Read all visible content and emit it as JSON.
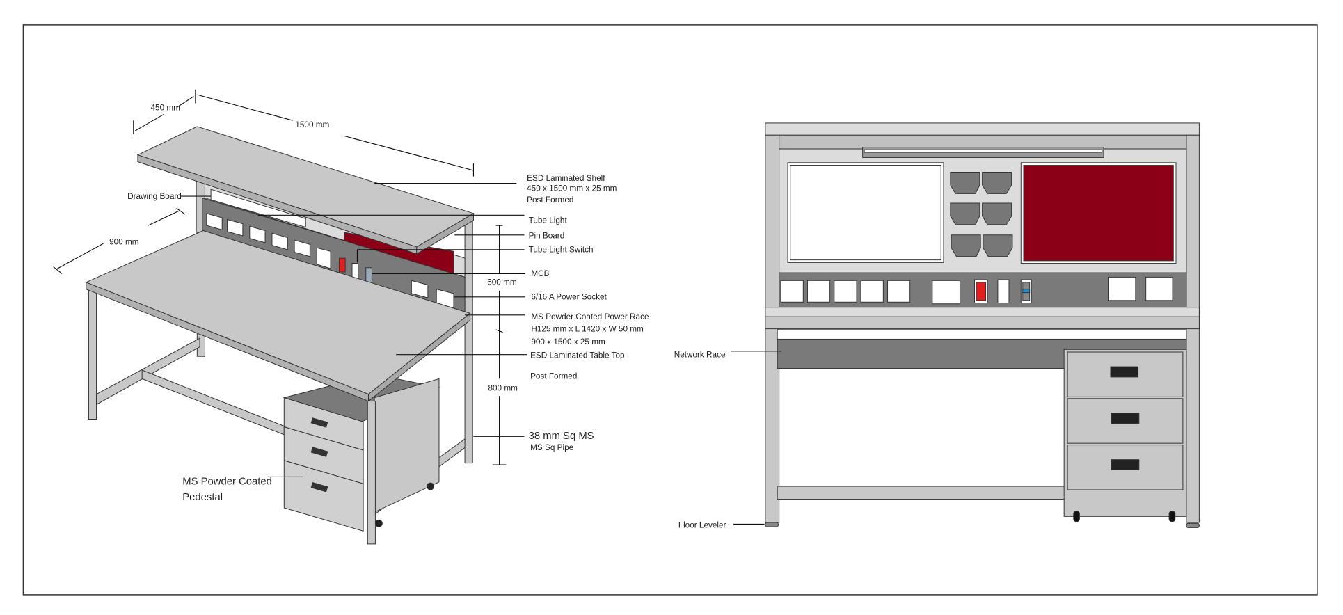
{
  "colors": {
    "pin_board": "#8b0016",
    "metal": "#c8c8c8",
    "panel": "#dcdcdc",
    "race": "#7a7a7a",
    "switch_red": "#e02020",
    "mcb_blue": "#1e90d0"
  },
  "iso_view": {
    "dimensions": {
      "shelf_depth": "450 mm",
      "length": "1500 mm",
      "table_depth": "900 mm",
      "upper_height": "600 mm",
      "table_height": "800 mm"
    },
    "labels": {
      "drawing_board": "Drawing Board",
      "shelf": "ESD Laminated Shelf",
      "shelf_size": "450 x 1500 mm x 25 mm",
      "shelf_post": "Post Formed",
      "tube_light": "Tube Light",
      "pin_board": "Pin Board",
      "tube_switch": "Tube Light Switch",
      "mcb": "MCB",
      "power_socket": "6/16 A  Power Socket",
      "power_race": "MS Powder Coated Power Race",
      "power_race_size": "H125 mm x L 1420 x W 50 mm",
      "table_size": "900 x 1500 x 25 mm",
      "table_top": "ESD Laminated Table Top",
      "table_post": "Post Formed",
      "pipe_main": "38 mm Sq MS",
      "pipe_sub": "MS Sq Pipe",
      "pedestal_1": "MS Powder Coated",
      "pedestal_2": "Pedestal"
    }
  },
  "front_view": {
    "labels": {
      "network_race": "Network Race",
      "floor_leveler": "Floor Leveler"
    }
  }
}
